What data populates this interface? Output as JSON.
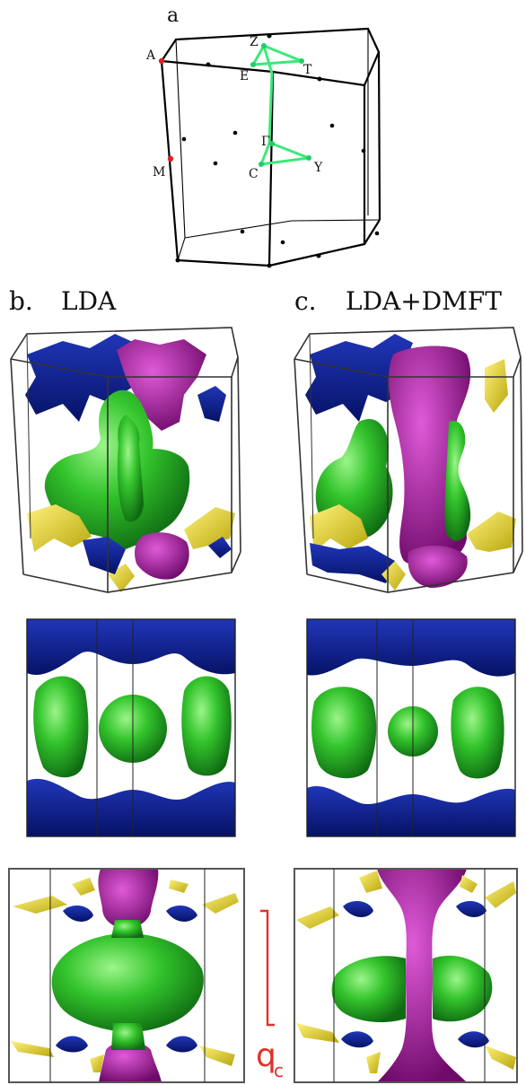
{
  "panel_a": {
    "label": "a",
    "points": {
      "A": "A",
      "M": "M",
      "Z": "Z",
      "E": "E",
      "T": "T",
      "Gamma": "Γ",
      "C": "C",
      "Y": "Y"
    }
  },
  "panel_b": {
    "label": "b.",
    "title": "LDA"
  },
  "panel_c": {
    "label": "c.",
    "title": "LDA+DMFT"
  },
  "annotation": {
    "symbol": "q",
    "subscript": "c"
  },
  "colors": {
    "blue": "#0a1e8c",
    "magenta": "#a0149c",
    "green": "#2fbf2a",
    "yellow": "#e0d21c",
    "red_marker": "#e02020",
    "path_green": "#3ee87a",
    "qc_red": "#e0302a"
  }
}
